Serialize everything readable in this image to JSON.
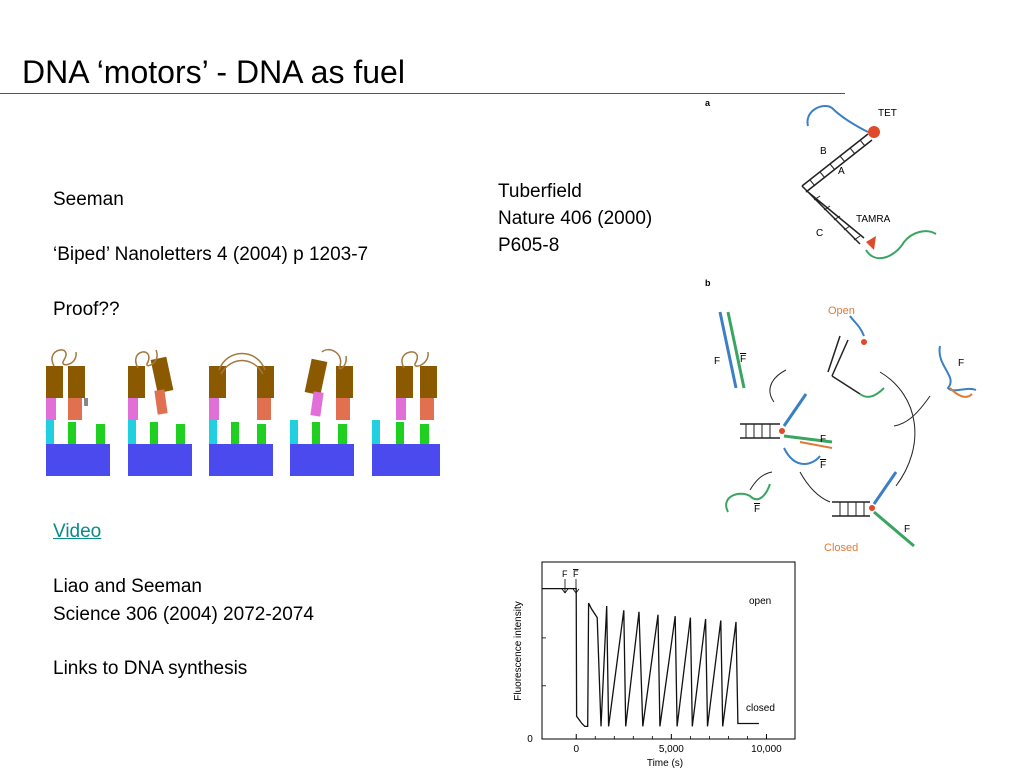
{
  "slide": {
    "title": "DNA ‘motors’  - DNA as fuel"
  },
  "left_text": {
    "author": "Seeman",
    "biped_ref": "‘Biped’ Nanoletters 4 (2004) p 1203-7",
    "proof": "Proof??",
    "video_link": "Video",
    "liao_line1": "Liao and Seeman",
    "liao_line2": "Science 306 (2004) 2072-2074",
    "links": "Links to DNA synthesis"
  },
  "tuberfield": {
    "line1": "Tuberfield",
    "line2": "Nature 406 (2000)",
    "line3": "P605-8"
  },
  "figure_a": {
    "panel": "a",
    "labels": {
      "tet": "TET",
      "b": "B",
      "a": "A",
      "c": "C",
      "tamra": "TAMRA"
    }
  },
  "figure_b": {
    "panel": "b",
    "labels": {
      "open": "Open",
      "closed": "Closed",
      "f": "F",
      "fbar": "F"
    }
  },
  "colors": {
    "blue_strand": "#3b7fc4",
    "green_strand": "#3aa560",
    "red_dye": "#e04a2a",
    "orange_strand": "#e07a3a",
    "walker_brown": "#8b5a00",
    "walker_pink": "#e070d8",
    "walker_salmon": "#e07050",
    "walker_cyan": "#20d0e0",
    "walker_green": "#20d020",
    "walker_blue": "#4a4aee",
    "link": "#0a8a8a"
  },
  "chart_data": {
    "type": "line",
    "xlabel": "Time (s)",
    "ylabel": "Fluorescence intensity",
    "xticks": [
      "0",
      "5,000",
      "10,000"
    ],
    "yticks": [
      "0"
    ],
    "xlim": [
      -1800,
      11500
    ],
    "annotations": [
      "F",
      "F",
      "open",
      "closed"
    ],
    "series": [
      {
        "x": [
          -1800,
          0,
          20,
          300,
          450,
          600,
          650,
          800,
          1100,
          1300,
          1600,
          1700,
          2500,
          2600,
          3300,
          3500,
          4300,
          4400,
          5200,
          5300,
          6000,
          6100,
          6800,
          6900,
          7600,
          7700,
          8400,
          8500,
          9600
        ],
        "y": [
          1.0,
          1.0,
          0.12,
          0.07,
          0.05,
          0.05,
          0.9,
          0.86,
          0.8,
          0.05,
          0.88,
          0.05,
          0.85,
          0.05,
          0.84,
          0.05,
          0.82,
          0.05,
          0.81,
          0.05,
          0.8,
          0.05,
          0.79,
          0.05,
          0.78,
          0.05,
          0.77,
          0.07,
          0.07
        ]
      }
    ]
  }
}
